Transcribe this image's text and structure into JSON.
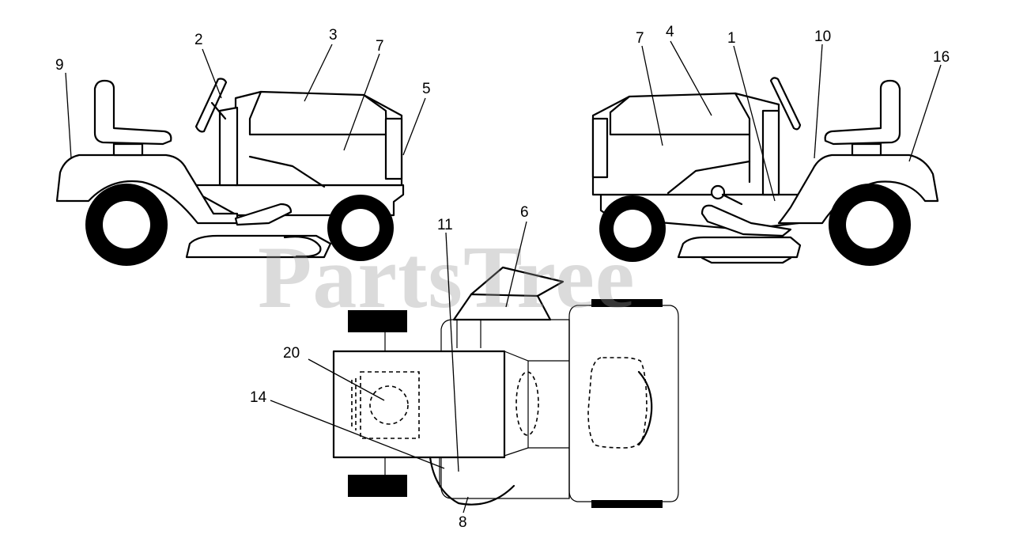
{
  "watermark": "PartsTree",
  "callouts": {
    "c1": "1",
    "c2": "2",
    "c3": "3",
    "c4": "4",
    "c5": "5",
    "c6": "6",
    "c7a": "7",
    "c7b": "7",
    "c8": "8",
    "c9": "9",
    "c10": "10",
    "c11": "11",
    "c14": "14",
    "c16": "16",
    "c20": "20"
  }
}
